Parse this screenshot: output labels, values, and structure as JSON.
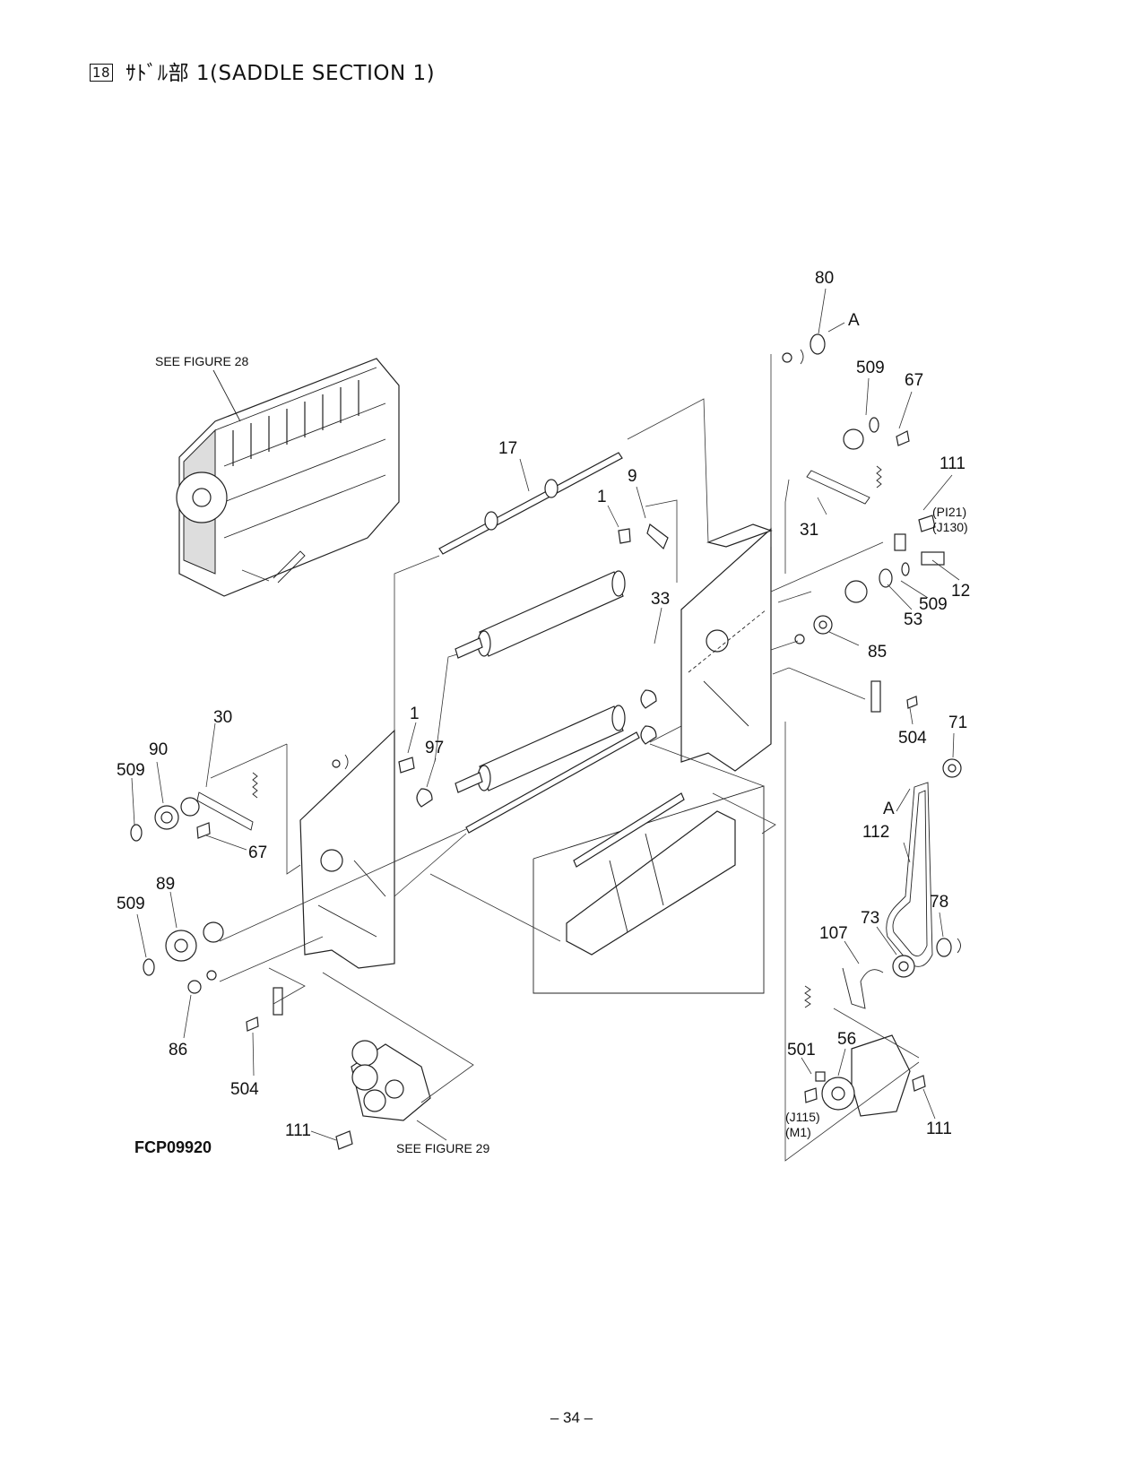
{
  "header": {
    "section_number": "18",
    "title": "ｻﾄﾞﾙ部 1(SADDLE SECTION 1)"
  },
  "figure_code": "FCP09920",
  "page_number": "– 34 –",
  "references": {
    "see_fig_28": "SEE FIGURE 28",
    "see_fig_29": "SEE FIGURE 29"
  },
  "callouts": {
    "c80": "80",
    "cA1": "A",
    "c509a": "509",
    "c67a": "67",
    "c111a": "111",
    "pi21": "(PI21)",
    "j130": "(J130)",
    "c31": "31",
    "c12": "12",
    "c509b": "509",
    "c53": "53",
    "c85": "85",
    "c17": "17",
    "c9": "9",
    "c1a": "1",
    "c33": "33",
    "c504a": "504",
    "c71": "71",
    "c30": "30",
    "c1b": "1",
    "c97": "97",
    "c90": "90",
    "c509c": "509",
    "c67b": "67",
    "cA2": "A",
    "c112": "112",
    "c89": "89",
    "c509d": "509",
    "c78": "78",
    "c73": "73",
    "c107": "107",
    "c86": "86",
    "c504b": "504",
    "c501": "501",
    "c56": "56",
    "j115": "(J115)",
    "m1": "(M1)",
    "c111b": "111",
    "c111c": "111"
  }
}
